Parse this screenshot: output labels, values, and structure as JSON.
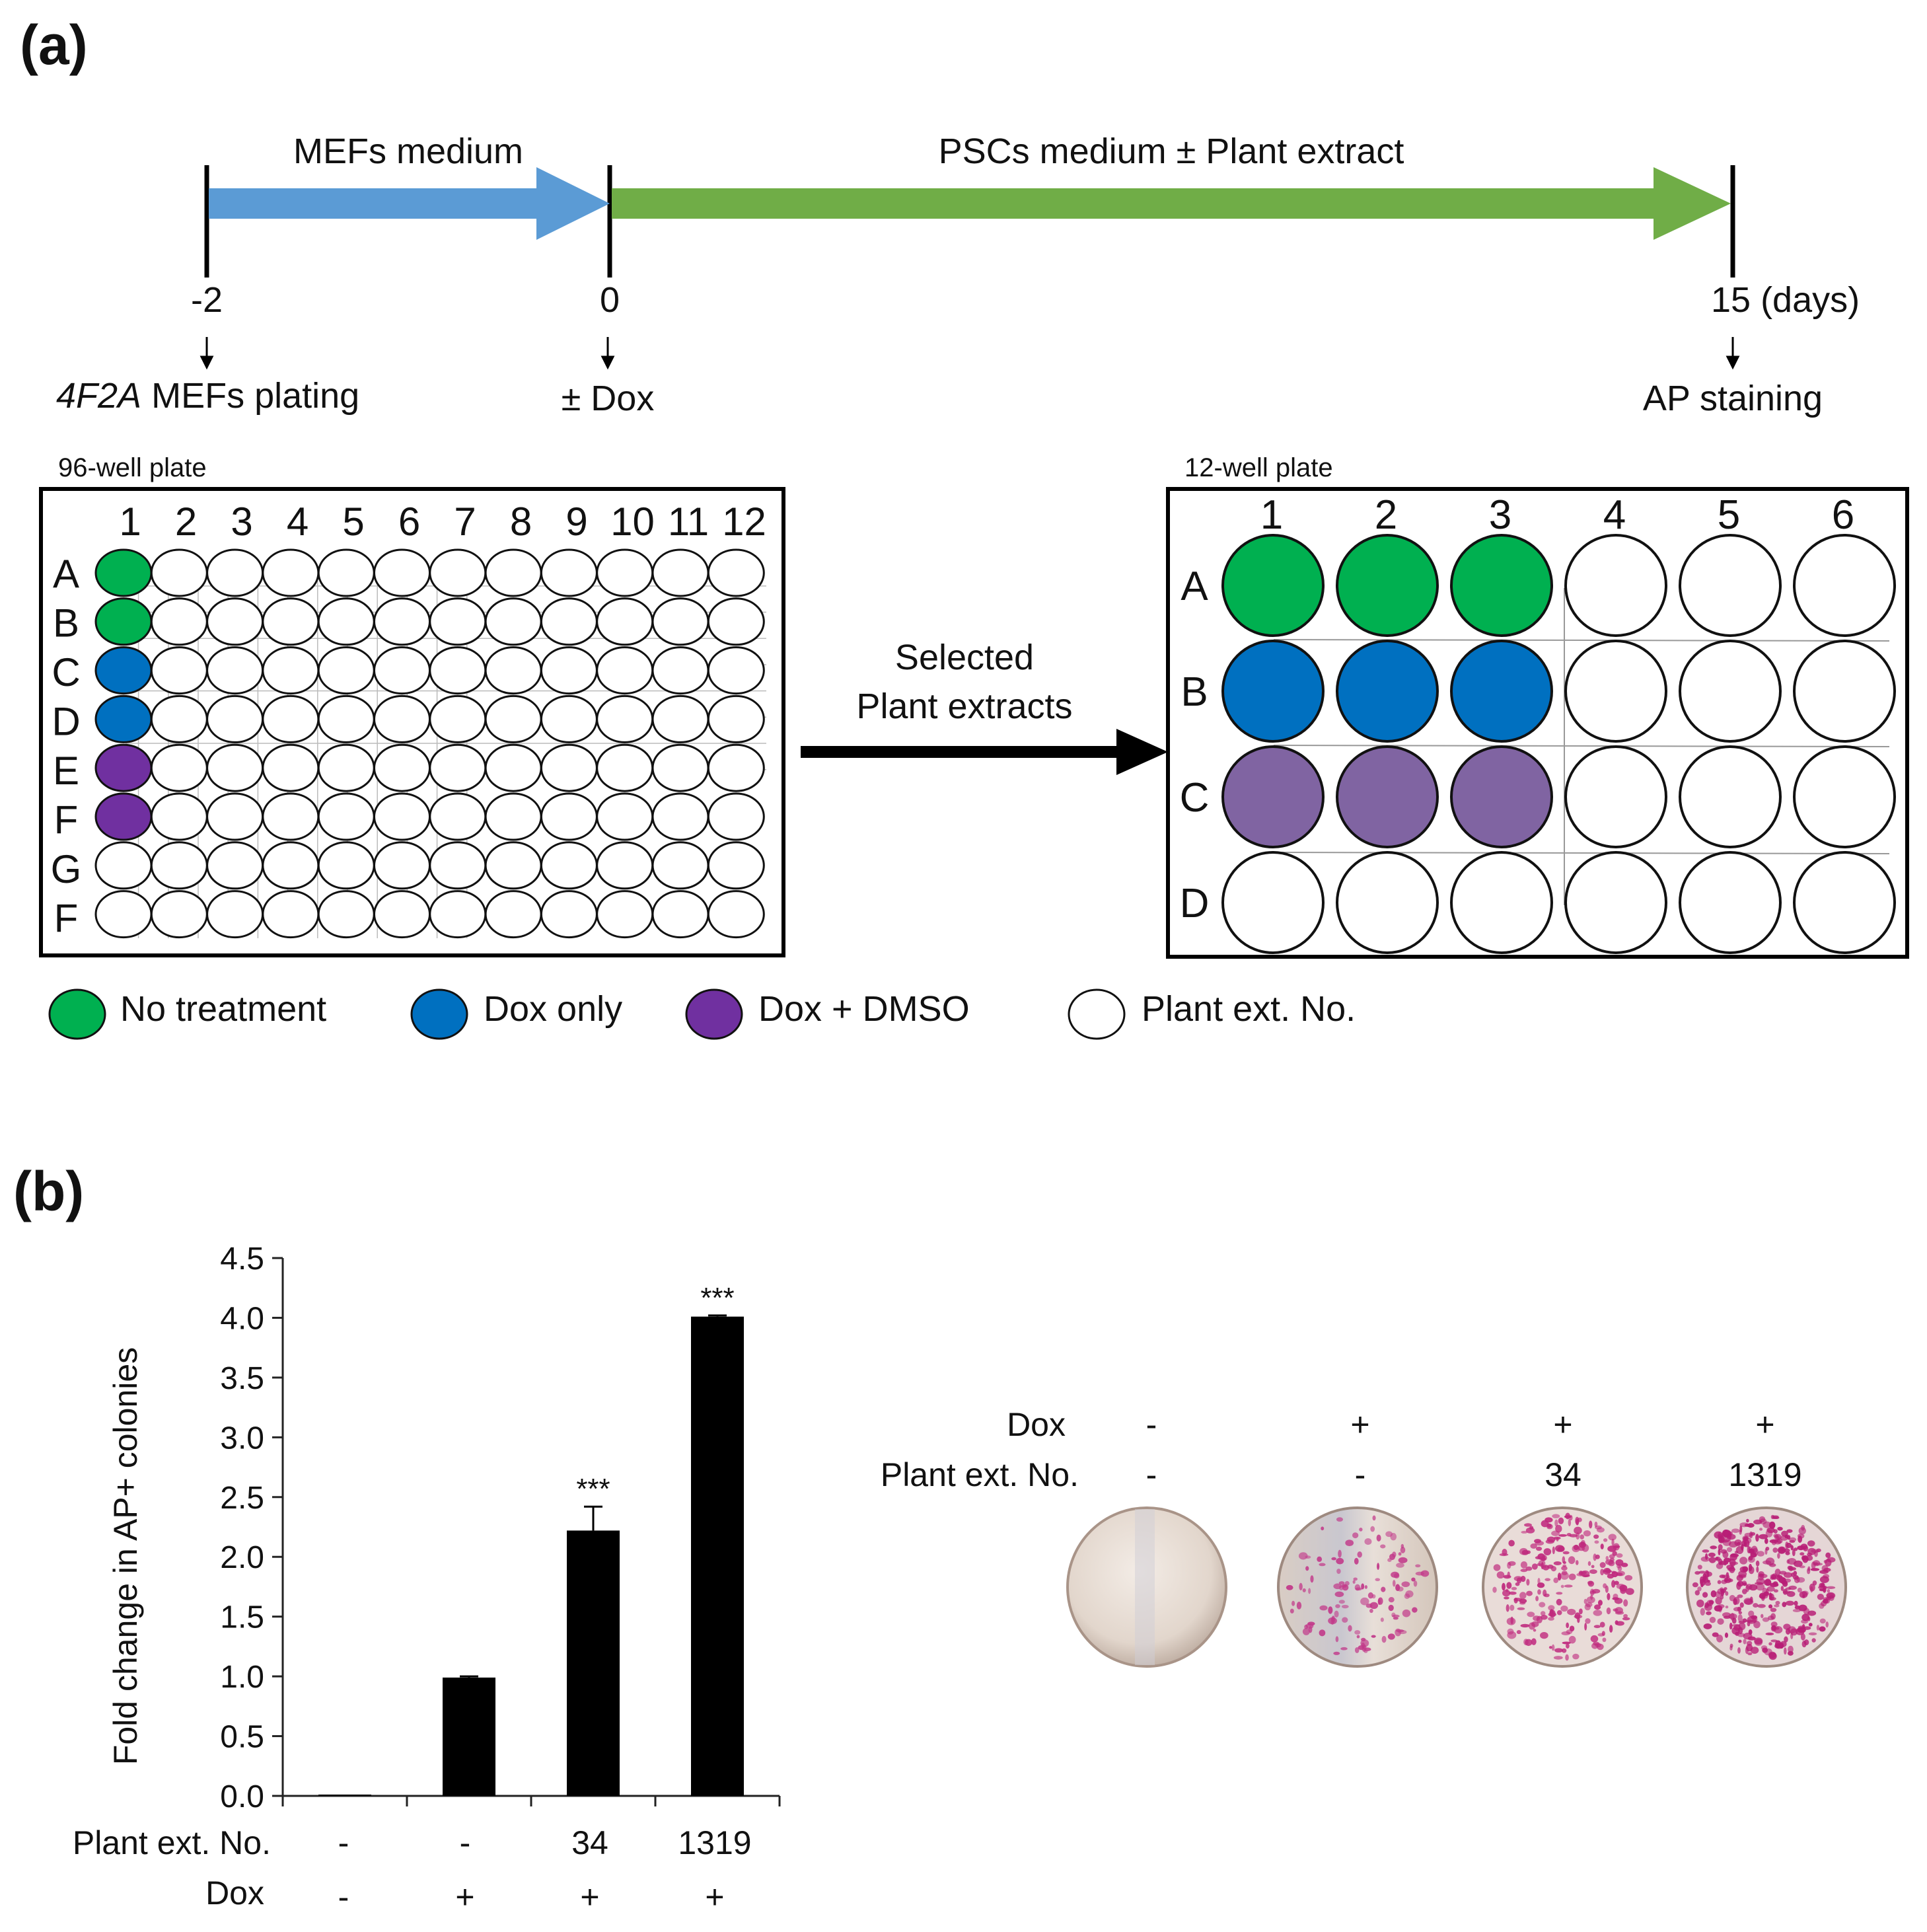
{
  "panel_a": {
    "label": "(a)",
    "timeline": {
      "segment1": "MEFs medium",
      "segment2": "PSCs medium ± Plant extract",
      "tick_labels": [
        "-2",
        "0",
        "15 (days)"
      ],
      "event_labels": {
        "day_m2_italic": "4F2A",
        "day_m2_rest": " MEFs plating",
        "day_0": "± Dox",
        "day_15": "AP staining"
      },
      "colors": {
        "arrow1": "#5b9bd5",
        "arrow2": "#70ad47"
      }
    },
    "plate96": {
      "title": "96-well plate",
      "columns": [
        "1",
        "2",
        "3",
        "4",
        "5",
        "6",
        "7",
        "8",
        "9",
        "10",
        "11",
        "12"
      ],
      "rows": [
        "A",
        "B",
        "C",
        "D",
        "E",
        "F",
        "G",
        "F"
      ]
    },
    "transfer": {
      "line1": "Selected",
      "line2": "Plant extracts"
    },
    "plate12": {
      "title": "12-well plate",
      "columns": [
        "1",
        "2",
        "3",
        "4",
        "5",
        "6"
      ],
      "rows": [
        "A",
        "B",
        "C",
        "D"
      ]
    },
    "legend": [
      {
        "label": "No treatment",
        "color": "#00b050"
      },
      {
        "label": "Dox only",
        "color": "#0070c0"
      },
      {
        "label": "Dox + DMSO",
        "color": "#7030a0"
      },
      {
        "label": "Plant ext. No.",
        "color": "#ffffff"
      }
    ],
    "plate12_colors": {
      "A": "#00b050",
      "B": "#0070c0",
      "C": "#8064a2"
    }
  },
  "panel_b": {
    "label": "(b)",
    "chart_data": {
      "type": "bar",
      "ylabel": "Fold change in AP+ colonies",
      "ylim": [
        0,
        4.5
      ],
      "yticks": [
        "0.0",
        "0.5",
        "1.0",
        "1.5",
        "2.0",
        "2.5",
        "3.0",
        "3.5",
        "4.0",
        "4.5"
      ],
      "categories": [
        "-/-",
        "-/+",
        "34/+",
        "1319/+"
      ],
      "values": [
        0.0,
        0.99,
        2.22,
        4.01
      ],
      "errors": [
        0.0,
        0.01,
        0.2,
        0.01
      ],
      "significance": [
        "",
        "",
        "***",
        "***"
      ],
      "row_plant": {
        "label": "Plant ext. No.",
        "values": [
          "-",
          "-",
          "34",
          "1319"
        ]
      },
      "row_dox": {
        "label": "Dox",
        "values": [
          "-",
          "+",
          "+",
          "+"
        ]
      }
    },
    "dish_table": {
      "dox_label": "Dox",
      "dox_values": [
        "-",
        "+",
        "+",
        "+"
      ],
      "plant_label": "Plant ext. No.",
      "plant_values": [
        "-",
        "-",
        "34",
        "1319"
      ]
    }
  }
}
